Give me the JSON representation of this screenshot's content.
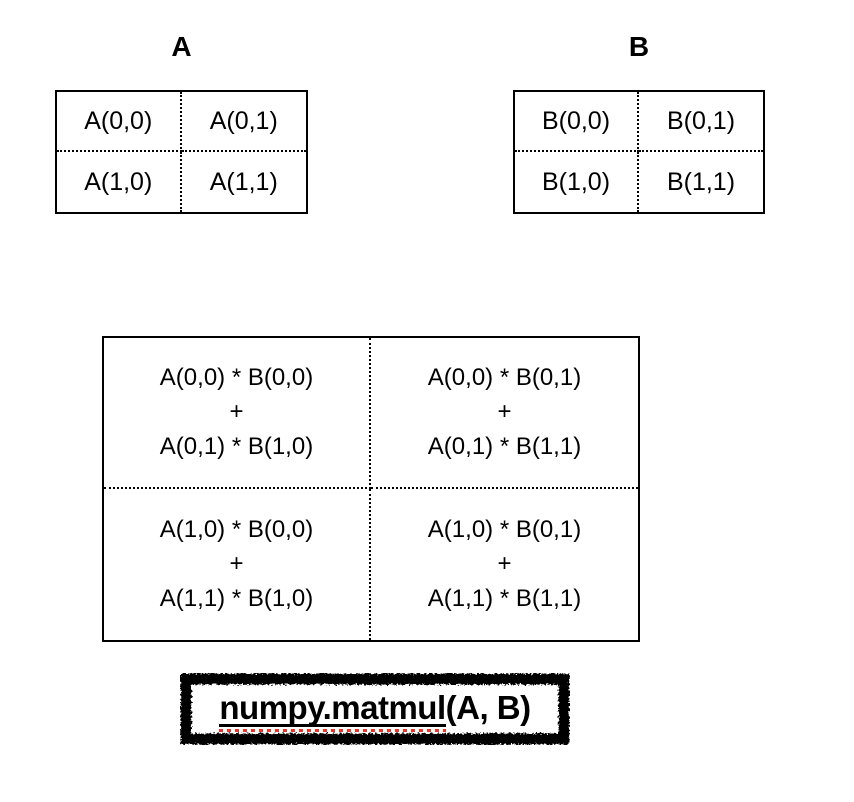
{
  "diagram": {
    "title_a": "A",
    "title_b": "B"
  },
  "matrix_a": {
    "label": "A",
    "cells": [
      {
        "name": "a-0-0",
        "text": "A(0,0)"
      },
      {
        "name": "a-0-1",
        "text": "A(0,1)"
      },
      {
        "name": "a-1-0",
        "text": "A(1,0)"
      },
      {
        "name": "a-1-1",
        "text": "A(1,1)"
      }
    ]
  },
  "matrix_b": {
    "label": "B",
    "cells": [
      {
        "name": "b-0-0",
        "text": "B(0,0)"
      },
      {
        "name": "b-0-1",
        "text": "B(0,1)"
      },
      {
        "name": "b-1-0",
        "text": "B(1,0)"
      },
      {
        "name": "b-1-1",
        "text": "B(1,1)"
      }
    ]
  },
  "matrix_result": {
    "operator": "+",
    "cells": [
      {
        "name": "result-0-0",
        "term1": "A(0,0) * B(0,0)",
        "op": "+",
        "term2": "A(0,1) * B(1,0)"
      },
      {
        "name": "result-0-1",
        "term1": "A(0,0) * B(0,1)",
        "op": "+",
        "term2": "A(0,1) * B(1,1)"
      },
      {
        "name": "result-1-0",
        "term1": "A(1,0) * B(0,0)",
        "op": "+",
        "term2": "A(1,1) * B(1,0)"
      },
      {
        "name": "result-1-1",
        "term1": "A(1,0) * B(0,1)",
        "op": "+",
        "term2": "A(1,1) * B(1,1)"
      }
    ]
  },
  "caption": {
    "full_text": "numpy.matmul(A, B)",
    "underlined_part": "numpy.matmul",
    "remainder_part": "(A, B)",
    "squiggle_color": "#e8352a"
  }
}
